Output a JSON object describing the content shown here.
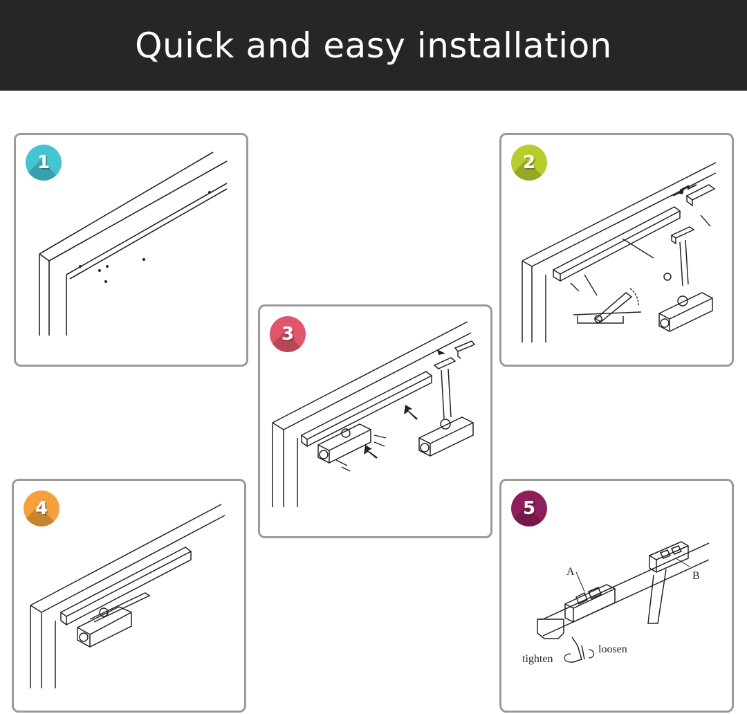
{
  "header": {
    "title": "Quick and easy installation"
  },
  "colors": {
    "header_bg": "#262626",
    "step1": "#45c4d2",
    "step2": "#b6cd2c",
    "step3": "#e0566a",
    "step4": "#f4a03b",
    "step5": "#8e1f5a"
  },
  "steps": [
    {
      "number": "1",
      "color": "#45c4d2"
    },
    {
      "number": "2",
      "color": "#b6cd2c"
    },
    {
      "number": "3",
      "color": "#e0566a"
    },
    {
      "number": "4",
      "color": "#f4a03b"
    },
    {
      "number": "5",
      "color": "#8e1f5a"
    }
  ],
  "step5_labels": {
    "a": "A",
    "b": "B",
    "tighten": "tighten",
    "loosen": "loosen"
  }
}
